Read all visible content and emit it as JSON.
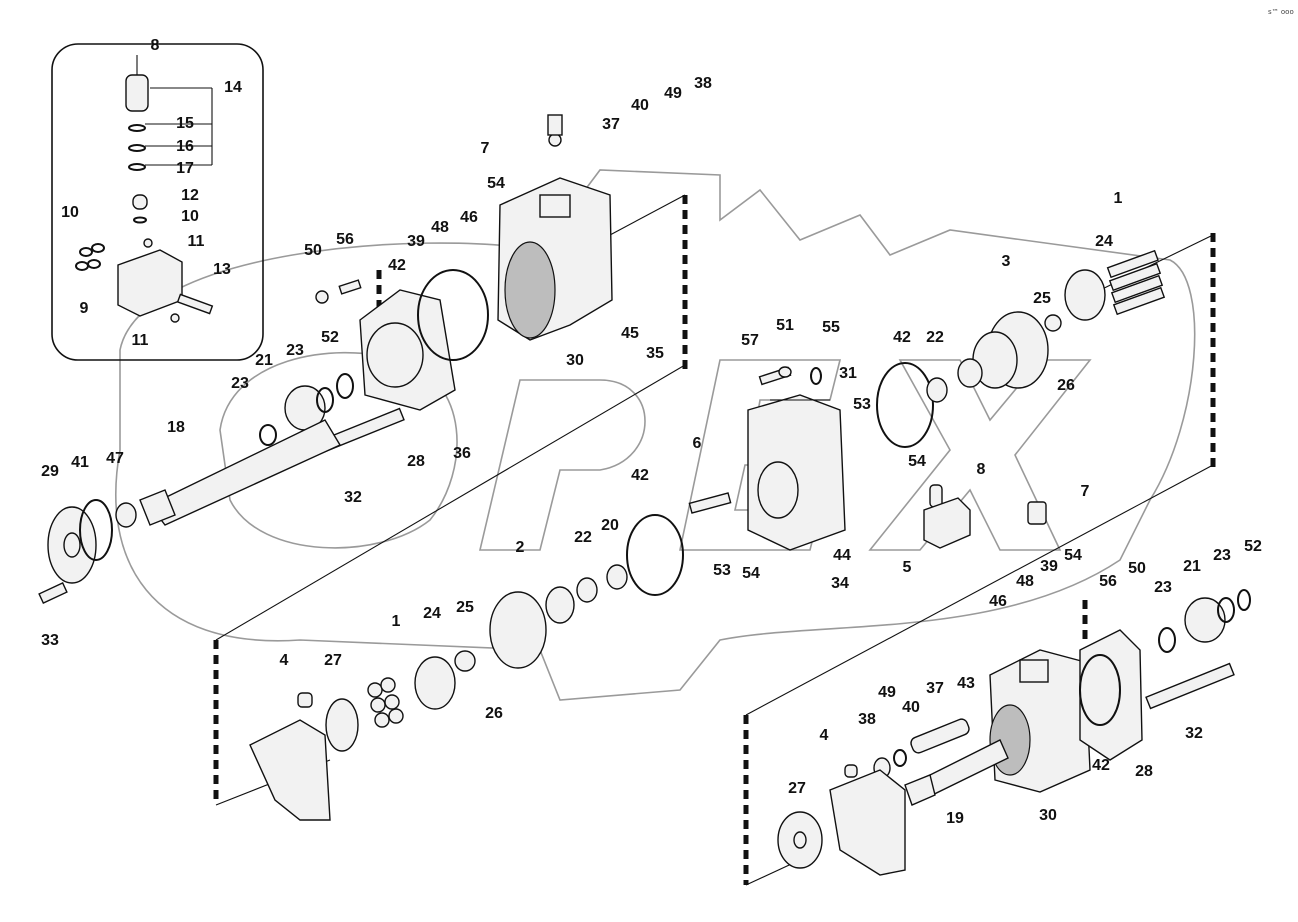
{
  "figure": {
    "watermark_text": "OPEX",
    "corner_mark": "s™ ooo",
    "callouts_upper_left_inset": [
      "8",
      "14",
      "15",
      "16",
      "17",
      "12",
      "10",
      "11",
      "10",
      "9",
      "13",
      "11"
    ],
    "callouts_main": [
      "7",
      "37",
      "40",
      "49",
      "38",
      "54",
      "48",
      "46",
      "39",
      "50",
      "56",
      "42",
      "30",
      "45",
      "35",
      "52",
      "23",
      "21",
      "23",
      "18",
      "36",
      "28",
      "32",
      "29",
      "41",
      "47",
      "33",
      "1",
      "24",
      "3",
      "25",
      "26",
      "42",
      "22",
      "57",
      "51",
      "55",
      "31",
      "53",
      "6",
      "54",
      "8",
      "7",
      "5",
      "44",
      "34",
      "53",
      "54",
      "42",
      "20",
      "22",
      "2",
      "1",
      "24",
      "25",
      "26",
      "4",
      "27",
      "52",
      "23",
      "21",
      "50",
      "56",
      "23",
      "54",
      "39",
      "48",
      "46",
      "43",
      "37",
      "40",
      "49",
      "38",
      "4",
      "27",
      "19",
      "30",
      "42",
      "28",
      "32"
    ]
  }
}
